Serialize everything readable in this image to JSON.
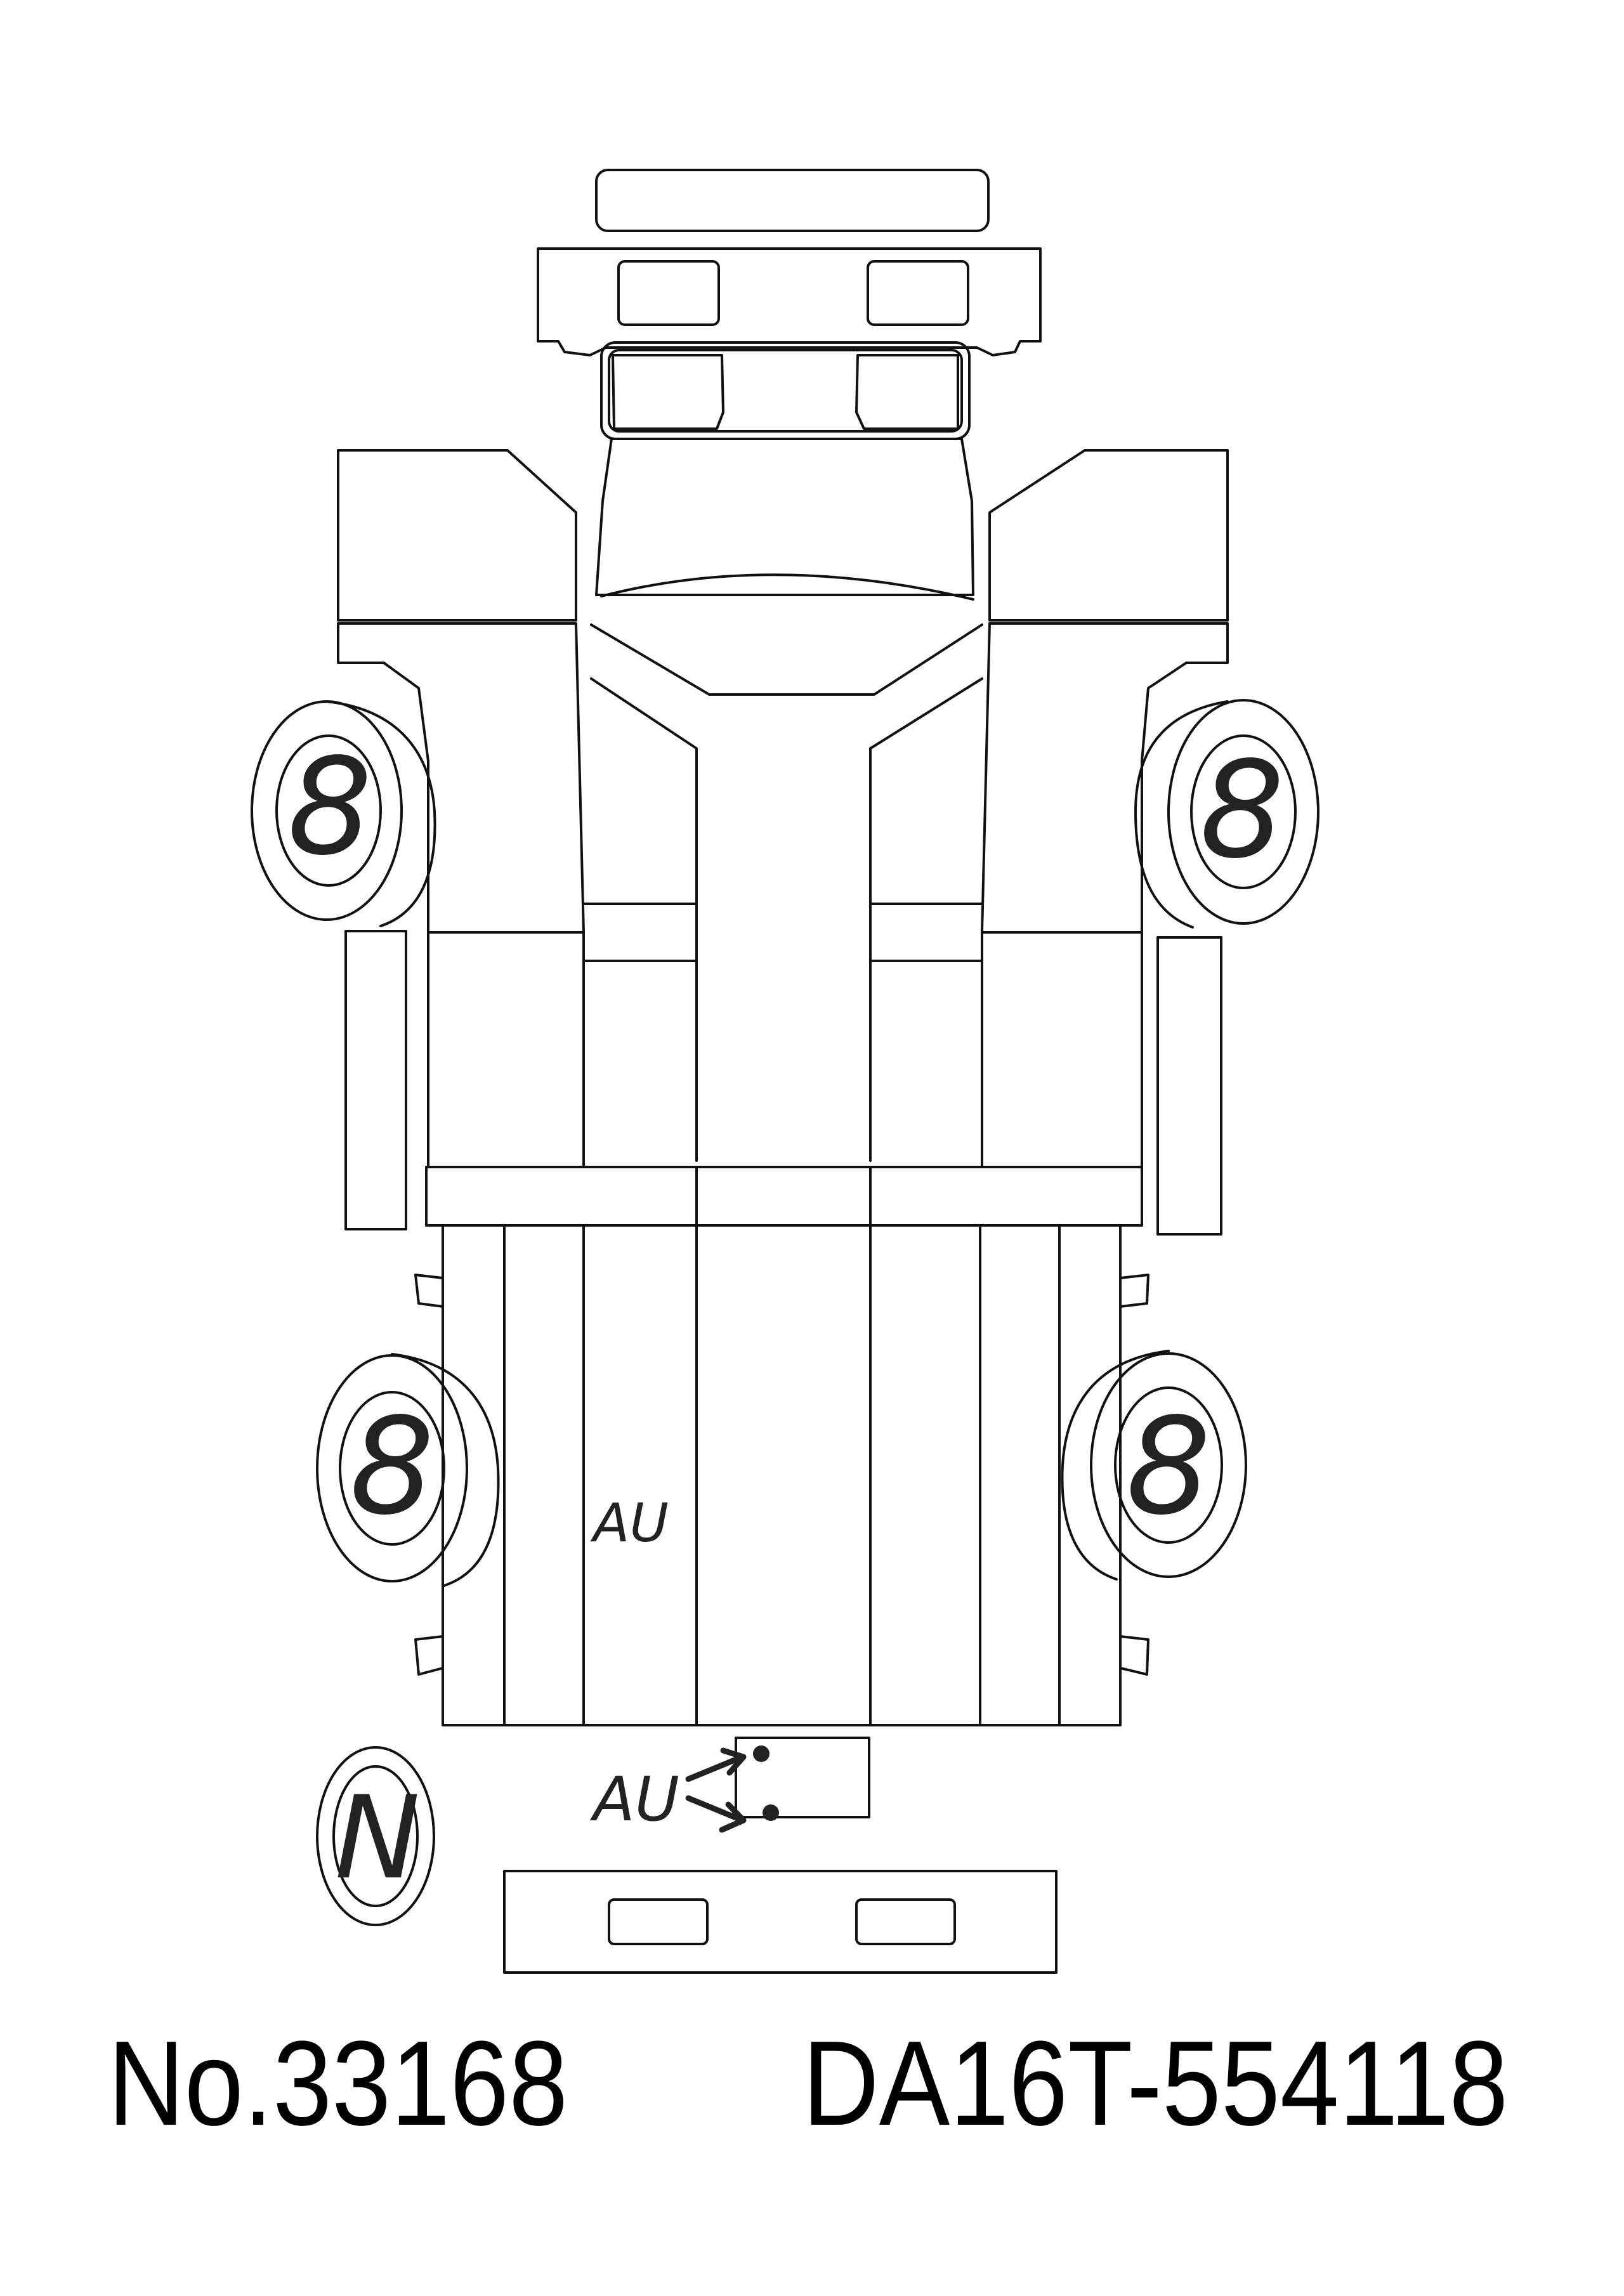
{
  "tire_marks": {
    "front_left": "8",
    "front_right": "8",
    "rear_left": "8",
    "rear_right": "8",
    "spare": "N"
  },
  "damage_marks": {
    "bed_left": "AU",
    "tailgate": "AU"
  },
  "footer": {
    "lot_number": "No.33168",
    "chassis_number": "DA16T-554118"
  },
  "colors": {
    "line": "#111111",
    "ink": "#222222"
  }
}
